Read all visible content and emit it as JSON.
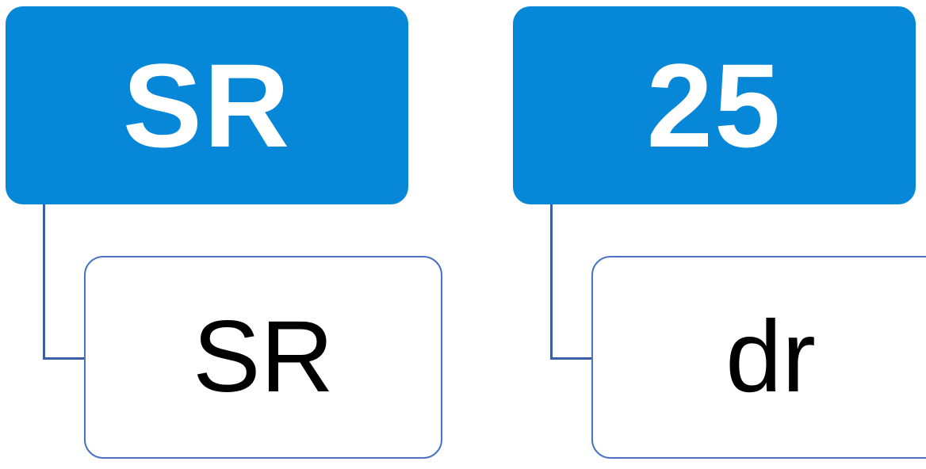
{
  "colors": {
    "parent_fill": "#0787d7",
    "parent_text": "#ffffff",
    "child_border": "#4a72c4",
    "connector": "#3a5fa8",
    "child_text": "#000000"
  },
  "groups": [
    {
      "parent": "SR",
      "child": "SR"
    },
    {
      "parent": "25",
      "child": "dr"
    }
  ]
}
